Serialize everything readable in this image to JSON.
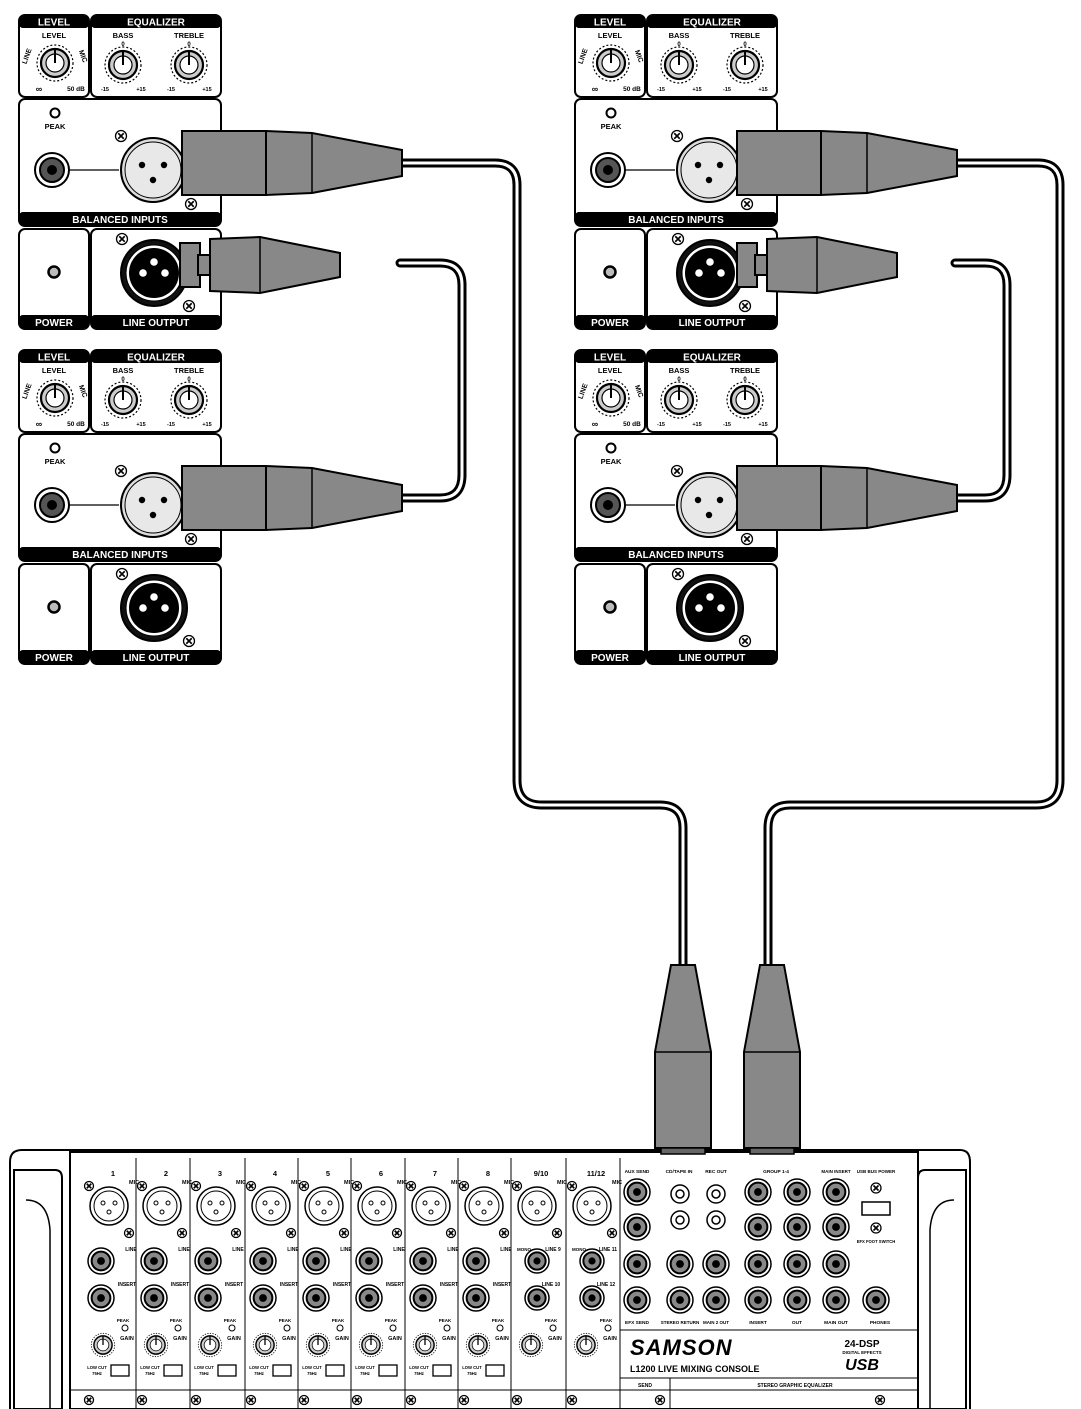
{
  "speaker_panel": {
    "level_header": "LEVEL",
    "equalizer_header": "EQUALIZER",
    "level_knob_label": "LEVEL",
    "line_label": "LINE",
    "mic_label": "MIC",
    "infinity_label": "∞",
    "db_label": "50 dB",
    "bass_label": "BASS",
    "treble_label": "TREBLE",
    "zero_mark": "0",
    "minus_label": "-15",
    "plus_label": "+15",
    "peak_label": "PEAK",
    "balanced_inputs_label": "BALANCED INPUTS",
    "power_label": "POWER",
    "line_output_label": "LINE OUTPUT"
  },
  "mixer": {
    "channels": [
      "1",
      "2",
      "3",
      "4",
      "5",
      "6",
      "7",
      "8",
      "9/10",
      "11/12"
    ],
    "mic_label": "MIC",
    "line_label": "LINE",
    "insert_label": "INSERT",
    "mono_label": "MONO",
    "line_9": "LINE 9",
    "line_10": "LINE 10",
    "line_11": "LINE 11",
    "line_12": "LINE 12",
    "peak_label": "PEAK",
    "gain_label": "GAIN",
    "low_cut_label": "LOW CUT",
    "low_cut_freq": "75Hz",
    "aux_send": "AUX SEND",
    "cd_tape_in": "CD/TAPE IN",
    "rec_out": "REC OUT",
    "group": "GROUP 1-4",
    "main_insert": "MAIN INSERT",
    "usb_bus_power": "USB BUS POWER",
    "efx_send": "EFX SEND",
    "stereo_return": "STEREO RETURN",
    "main2_out": "MAIN 2 OUT",
    "insert": "INSERT",
    "out": "OUT",
    "main_out": "MAIN OUT",
    "efx_foot_switch": "EFX FOOT SWITCH",
    "phones": "PHONES",
    "brand": "SAMSON",
    "model": "L1200 LIVE MIXING CONSOLE",
    "dsp": "24-DSP",
    "digital_effects": "DIGITAL EFFECTS",
    "usb": "USB",
    "send": "SEND",
    "stereo_graphic_eq": "STEREO GRAPHIC EQUALIZER"
  }
}
